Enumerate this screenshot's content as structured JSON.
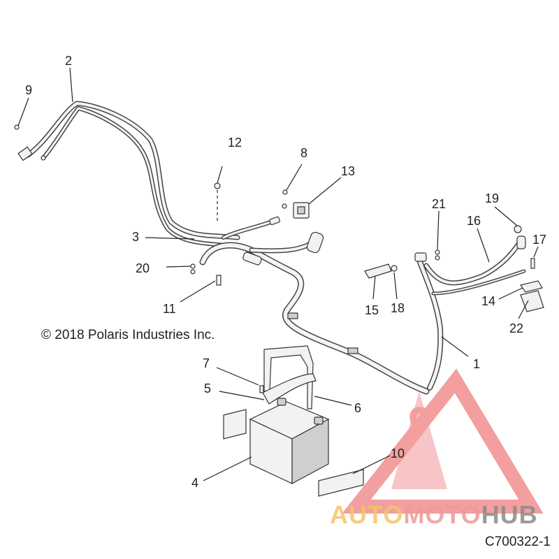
{
  "callouts": [
    "1",
    "2",
    "3",
    "4",
    "5",
    "6",
    "7",
    "8",
    "9",
    "10",
    "11",
    "12",
    "13",
    "14",
    "15",
    "16",
    "17",
    "18",
    "19",
    "20",
    "21",
    "22"
  ],
  "copyright": "© 2018 Polaris Industries Inc.",
  "drawing_id": "C700322-1",
  "watermark": {
    "part1": "AUTO",
    "part2": "MOTO",
    "part3": "HUB",
    "colors": {
      "auto": "#f5c46a",
      "moto": "#ef9a9a",
      "hub": "#8a8a8a",
      "logo": "#ef7f7f"
    }
  }
}
